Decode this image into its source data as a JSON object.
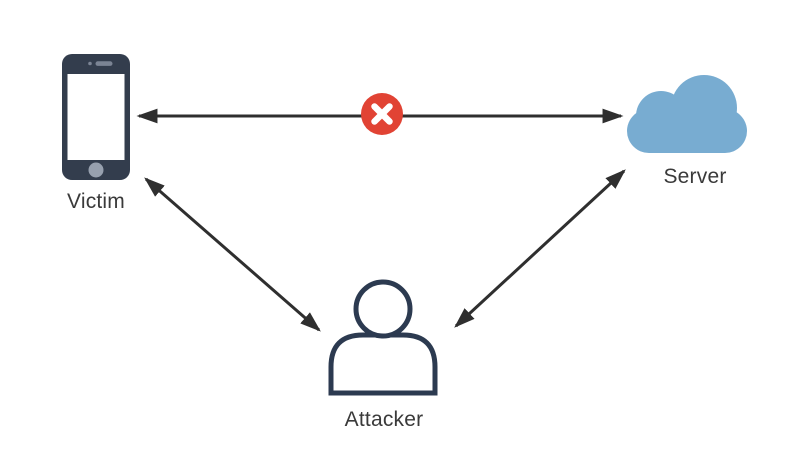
{
  "diagram": {
    "type": "man-in-the-middle-attack",
    "background": "#ffffff",
    "nodes": [
      {
        "id": "victim",
        "label": "Victim",
        "icon": "smartphone-icon"
      },
      {
        "id": "server",
        "label": "Server",
        "icon": "cloud-icon"
      },
      {
        "id": "attacker",
        "label": "Attacker",
        "icon": "person-icon"
      }
    ],
    "edges": [
      {
        "from": "victim",
        "to": "server",
        "style": "double-arrow",
        "status": "blocked",
        "badge": "x-circle-icon"
      },
      {
        "from": "victim",
        "to": "attacker",
        "style": "double-arrow",
        "status": "active"
      },
      {
        "from": "server",
        "to": "attacker",
        "style": "double-arrow",
        "status": "active"
      }
    ],
    "colors": {
      "phone_body": "#333D4D",
      "phone_detail": "#7B8494",
      "home_button": "#97A0AE",
      "screen": "#FFFFFF",
      "cloud_fill": "#78ACD1",
      "badge_fill": "#E14334",
      "badge_x": "#FFFFFF",
      "arrow": "#2F2F2F",
      "person_stroke": "#2C3A50",
      "label_text": "#3A3A3A"
    }
  }
}
